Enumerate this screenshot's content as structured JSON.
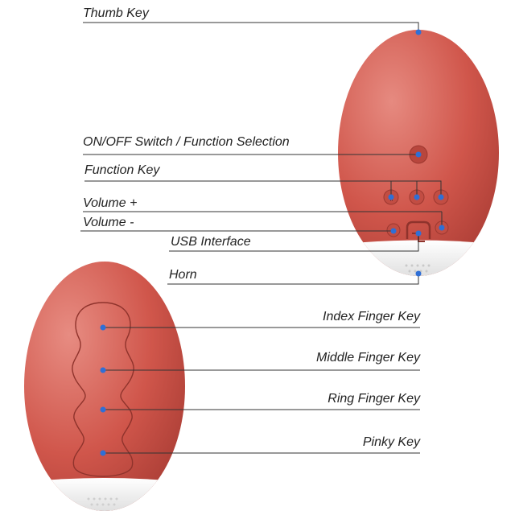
{
  "labels": {
    "thumb_key": "Thumb Key",
    "on_off_switch": "ON/OFF Switch / Function Selection",
    "function_key": "Function Key",
    "volume_plus": "Volume +",
    "volume_minus": "Volume -",
    "usb_interface": "USB Interface",
    "horn": "Horn",
    "index_finger_key": "Index Finger Key",
    "middle_finger_key": "Middle Finger Key",
    "ring_finger_key": "Ring Finger Key",
    "pinky_key": "Pinky Key"
  },
  "colors": {
    "body": "#d0564b",
    "body_highlight": "#e47f74",
    "body_shadow": "#a93c34",
    "base": "#f1f1f1",
    "dot": "#2f6fd6",
    "line": "#333333"
  }
}
